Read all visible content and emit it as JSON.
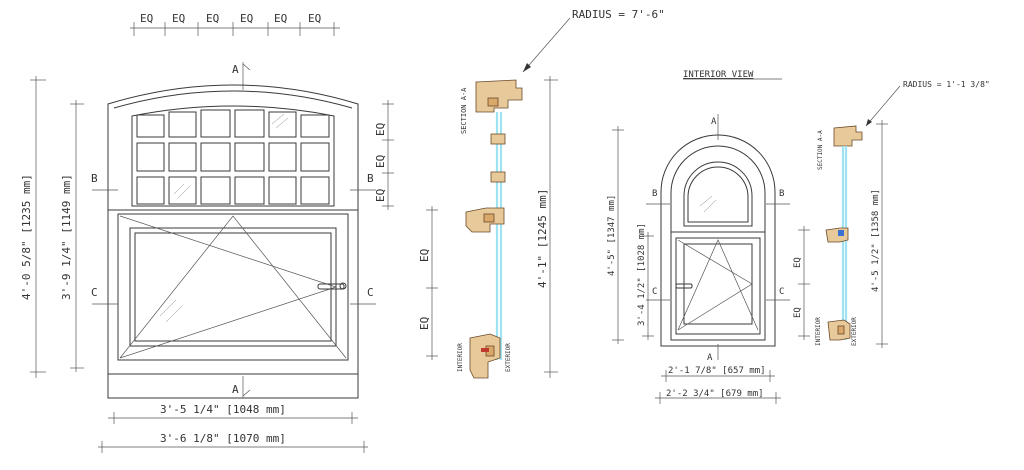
{
  "labels": {
    "eq": "EQ",
    "radius_main": "RADIUS = 7'-6\"",
    "radius_small": "RADIUS = 1'-1 3/8\"",
    "interior_view": "INTERIOR VIEW",
    "section_aa": "SECTION A-A",
    "interior": "INTERIOR",
    "exterior": "EXTERIOR",
    "cut_a": "A",
    "cut_b": "B",
    "cut_c": "C"
  },
  "dimensions": {
    "left_overall_height": "4'-0 5/8\" [1235 mm]",
    "left_inner_height": "3'-9 1/4\" [1149 mm]",
    "left_inner_width": "3'-5 1/4\" [1048 mm]",
    "left_overall_width": "3'-6 1/8\" [1070 mm]",
    "section_height": "4'-1\" [1245 mm]",
    "right_overall_height": "4'-5\" [1347 mm]",
    "right_inner_height": "3'-4 1/2\" [1028 mm]",
    "right_inner_width": "2'-1 7/8\" [657 mm]",
    "right_overall_width": "2'-2 3/4\" [679 mm]",
    "right_section_height": "4'-5 1/2\" [1358 mm]"
  },
  "colors": {
    "line": "#3a3a3a",
    "glass": "#9fe3f0",
    "wood": "#e7c99a",
    "wood_dark": "#d9a86a",
    "hardware": "#3b6fd1"
  }
}
